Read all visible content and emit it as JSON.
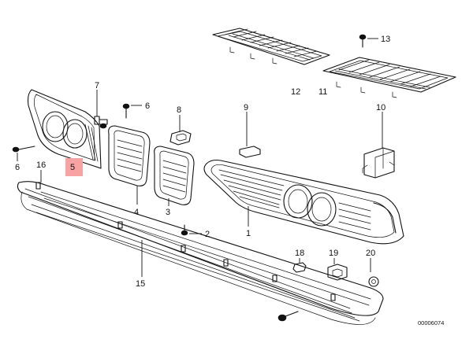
{
  "callouts": {
    "c1": "1",
    "c2": "2",
    "c3": "3",
    "c4": "4",
    "c5": "5",
    "c6a": "6",
    "c6b": "6",
    "c7": "7",
    "c8": "8",
    "c9": "9",
    "c10": "10",
    "c11": "11",
    "c12": "12",
    "c13": "13",
    "c15": "15",
    "c16": "16",
    "c18": "18",
    "c19": "19",
    "c20": "20"
  },
  "reference_code": "00006074",
  "colors": {
    "highlight": "#f7a3a3",
    "ink": "#111111",
    "background": "#ffffff"
  }
}
